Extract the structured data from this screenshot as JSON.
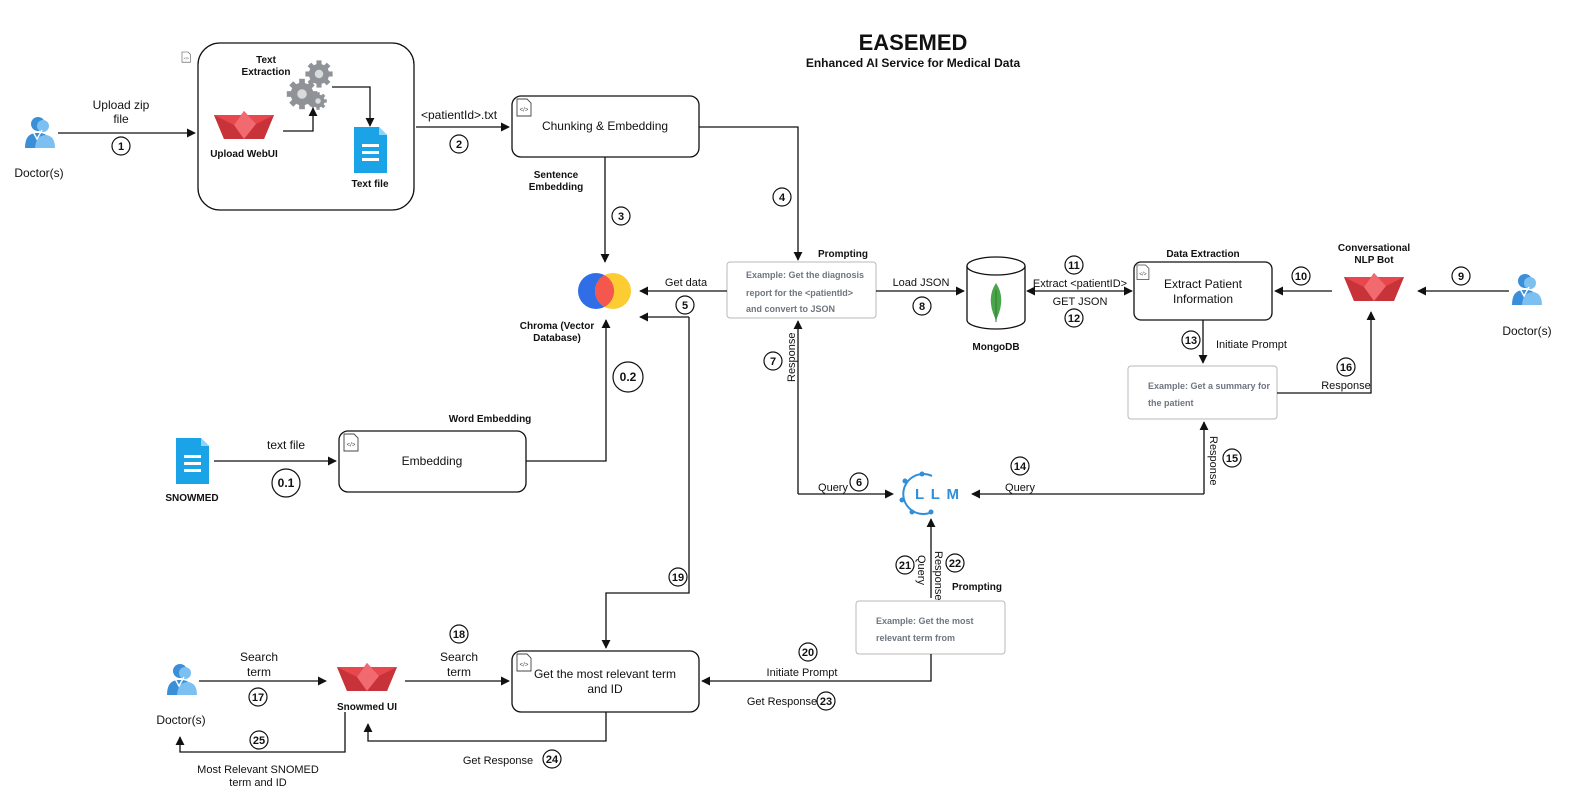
{
  "title": "EASEMED",
  "subtitle": "Enhanced AI Service for Medical Data",
  "actors": {
    "doctor_top_left": "Doctor(s)",
    "doctor_right": "Doctor(s)",
    "doctor_bottom_left": "Doctor(s)"
  },
  "upload_group": {
    "text_extraction": [
      "Text",
      "Extraction"
    ],
    "upload_webui": "Upload WebUI",
    "text_file": "Text file"
  },
  "boxes": {
    "chunking": "Chunking & Embedding",
    "embedding": "Embedding",
    "extract_patient": [
      "Extract Patient",
      "Information"
    ],
    "relevant_term": [
      "Get the most relevant term",
      "and ID"
    ]
  },
  "prompt_boxes": {
    "diagnosis": [
      "Example: Get the diagnosis",
      "report for the <patientId>",
      "and convert to JSON"
    ],
    "summary": [
      "Example: Get a summary for",
      "the patient"
    ],
    "relevant": [
      "Example: Get the most",
      "relevant term from"
    ]
  },
  "nodes": {
    "chroma": [
      "Chroma (Vector",
      "Database)"
    ],
    "mongodb": "MongoDB",
    "llm": "LLM",
    "nlp_bot": [
      "Conversational",
      "NLP Bot"
    ],
    "snowmed_ui": "Snowmed UI",
    "snowmed": "SNOWMED"
  },
  "section_labels": {
    "sentence_embedding": [
      "Sentence",
      "Embedding"
    ],
    "prompting_top": "Prompting",
    "data_extraction": "Data Extraction",
    "word_embedding": "Word Embedding",
    "prompting_bottom": "Prompting"
  },
  "edge_labels": {
    "upload_zip": [
      "Upload zip",
      "file"
    ],
    "patient_txt": "<patientId>.txt",
    "get_data": "Get data",
    "load_json": "Load JSON",
    "extract_patientid": "Extract <patientID>",
    "get_json": "GET JSON",
    "initiate_prompt_right": "Initiate Prompt",
    "response_right": "Response",
    "response_left_vertical": "Response",
    "response_right_vertical": "Response",
    "query_left": "Query",
    "query_right": "Query",
    "query_vertical": "Query",
    "response_vertical": "Response",
    "text_file": "text file",
    "search_term_left": [
      "Search",
      "term"
    ],
    "search_term_mid": [
      "Search",
      "term"
    ],
    "initiate_prompt_bottom": "Initiate Prompt",
    "get_response_bottom": "Get Response",
    "get_response_24": "Get Response",
    "most_relevant": [
      "Most Relevant SNOMED",
      "term and ID"
    ]
  },
  "steps": [
    "1",
    "2",
    "3",
    "4",
    "5",
    "6",
    "7",
    "8",
    "9",
    "10",
    "11",
    "12",
    "13",
    "14",
    "15",
    "16",
    "17",
    "18",
    "19",
    "20",
    "21",
    "22",
    "23",
    "24",
    "25",
    "0.1",
    "0.2"
  ],
  "colors": {
    "boat": "#e8474d",
    "file_icon": "#1ba3e8",
    "doctor_icon": "#3a8fd8",
    "llm_icon": "#2f8fd9",
    "mongo_leaf": "#4aa54a",
    "chroma_red": "#f4574d",
    "chroma_blue": "#2f6ee6",
    "chroma_yellow": "#fccc32",
    "gear": "#8f9297"
  }
}
